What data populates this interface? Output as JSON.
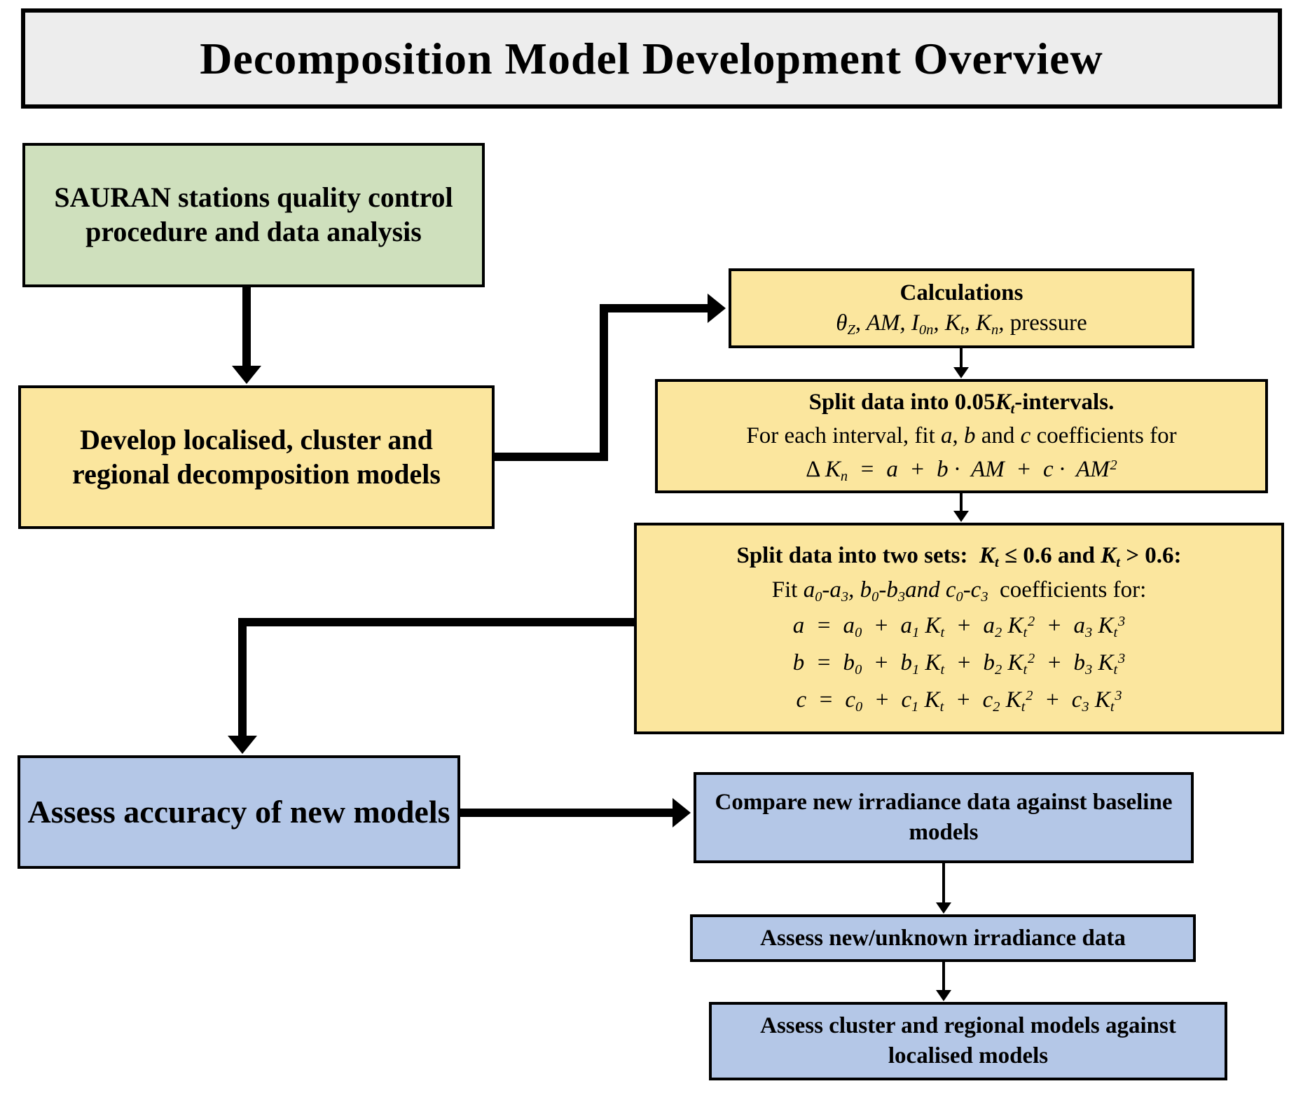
{
  "title": "Decomposition Model Development Overview",
  "colors": {
    "gray": "#EDEDED",
    "green": "#CFE0BD",
    "yellow": "#FBE69E",
    "blue": "#B4C7E7",
    "border": "#000000"
  },
  "boxes": {
    "sauran": {
      "text": "SAURAN stations quality control procedure and data analysis"
    },
    "develop": {
      "text": "Develop localised, cluster and regional decomposition models"
    },
    "calculations": {
      "heading": "Calculations",
      "formula": "θ_{Z}, AM, I_{0n}, K_{t}, K_{n}, [r]pressure[/r]"
    },
    "split_intervals": {
      "line1": "Split data into 0.05[i]K_{t}[/i]-intervals.",
      "line2": "For each interval, fit [i]a[/i], [i]b[/i] and [i]c[/i] coefficients for",
      "line3": "[r]Δ [/r]K_{n}  =  a  +  b ·  AM  +  c ·  AM^{2}"
    },
    "split_sets": {
      "line1": "Split data into two sets:  [i]K_{t}[/i] ≤ 0.6 and [i]K_{t}[/i] > 0.6:",
      "line2": "Fit [i]a_{0}-a_{3}, b_{0}-b_{3}and c_{0}-c_{3}[/i]  coefficients for:",
      "eq_a": "a  =  a_{0}  +  a_{1} K_{t}  +  a_{2} K_{t}^{2}  +  a_{3} K_{t}^{3}",
      "eq_b": "b  =  b_{0}  +  b_{1} K_{t}  +  b_{2} K_{t}^{2}  +  b_{3} K_{t}^{3}",
      "eq_c": "c  =  c_{0}  +  c_{1} K_{t}  +  c_{2} K_{t}^{2}  +  c_{3} K_{t}^{3}"
    },
    "assess_accuracy": {
      "text": "Assess accuracy of new models"
    },
    "compare_baseline": {
      "text": "Compare new irradiance data against baseline models"
    },
    "assess_new": {
      "text": "Assess new/unknown irradiance data"
    },
    "assess_cluster": {
      "text": "Assess cluster and regional models against localised models"
    }
  }
}
